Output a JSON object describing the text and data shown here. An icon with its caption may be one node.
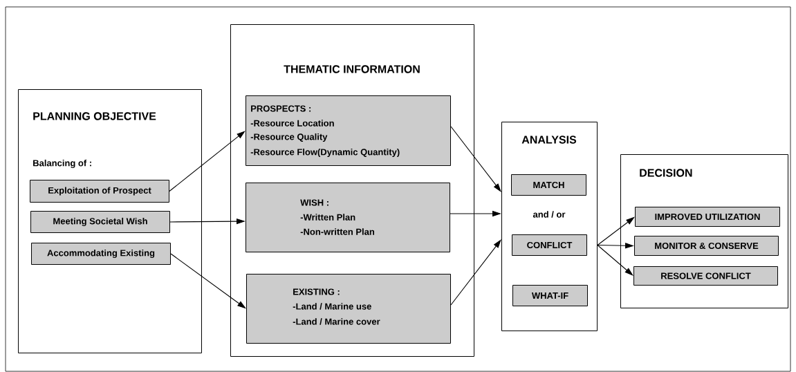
{
  "diagram": {
    "nodes": [
      {
        "text": [
          "PLANNING OBJECTIVE",
          "Balancing of :"
        ]
      },
      {
        "text": [
          "Exploitation of Prospect"
        ],
        "in": 0
      },
      {
        "text": [
          "Meeting Societal Wish"
        ],
        "in": 0
      },
      {
        "text": [
          "Accommodating Existing"
        ],
        "in": 0
      },
      {
        "text": [
          "THEMATIC INFORMATION"
        ]
      },
      {
        "text": [
          "PROSPECTS :",
          "-Resource Location",
          "-Resource Quality",
          "-Resource Flow(Dynamic Quantity)"
        ],
        "in": 4
      },
      {
        "text": [
          "WISH :",
          "-Written Plan",
          "-Non-written Plan"
        ],
        "in": 4
      },
      {
        "text": [
          "EXISTING :",
          "-Land / Marine use",
          "-Land / Marine cover"
        ],
        "in": 4
      },
      {
        "text": [
          "ANALYSIS"
        ]
      },
      {
        "text": [
          "MATCH"
        ],
        "in": 8
      },
      {
        "text": [
          "CONFLICT"
        ],
        "in": 8
      },
      {
        "text": [
          "WHAT-IF"
        ],
        "in": 8
      },
      {
        "text": [
          "DECISION"
        ]
      },
      {
        "text": [
          "IMPROVED UTILIZATION"
        ],
        "in": 12
      },
      {
        "text": [
          "MONITOR & CONSERVE"
        ],
        "in": 12
      },
      {
        "text": [
          "RESOLVE CONFLICT"
        ],
        "in": 12
      }
    ],
    "edges": [
      {
        "from": 1,
        "to": 5,
        "arrow": "to"
      },
      {
        "from": 2,
        "to": 6,
        "arrow": "to"
      },
      {
        "from": 3,
        "to": 7,
        "arrow": "to"
      },
      {
        "from": 5,
        "to": 8,
        "arrow": "to"
      },
      {
        "from": 6,
        "to": 8,
        "arrow": "to"
      },
      {
        "from": 7,
        "to": 8,
        "arrow": "to"
      },
      {
        "from": 10,
        "to": 13,
        "arrow": "to"
      },
      {
        "from": 10,
        "to": 14,
        "arrow": "to"
      },
      {
        "from": 10,
        "to": 15,
        "arrow": "to"
      }
    ],
    "labels": [
      "and / or"
    ]
  }
}
